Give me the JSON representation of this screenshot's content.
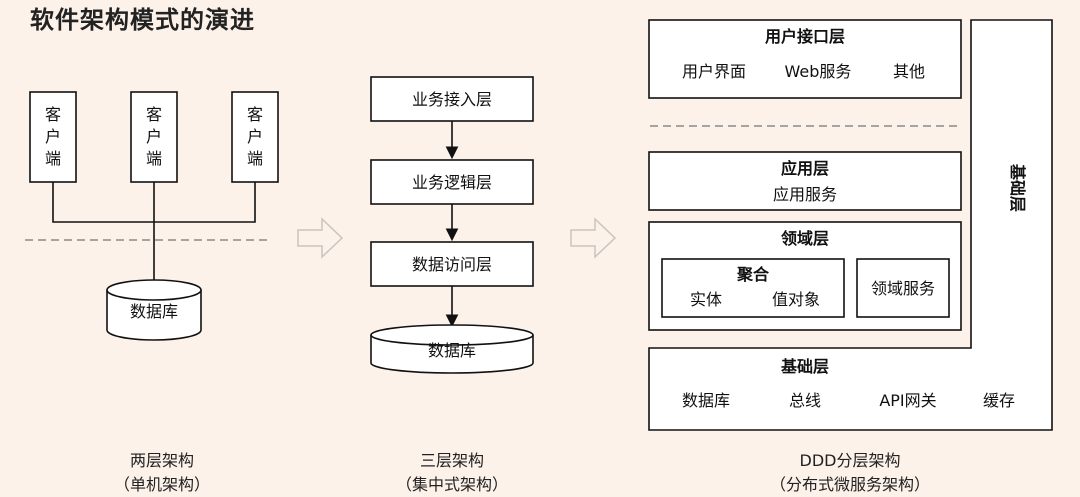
{
  "title": "软件架构模式的演进",
  "two_tier": {
    "clients": [
      "客\n户\n端",
      "客\n户\n端",
      "客\n户\n端"
    ],
    "client_chars": [
      [
        "客",
        "户",
        "端"
      ],
      [
        "客",
        "户",
        "端"
      ],
      [
        "客",
        "户",
        "端"
      ]
    ],
    "database": "数据库",
    "caption_line1": "两层架构",
    "caption_line2": "（单机架构）"
  },
  "three_tier": {
    "layers": [
      "业务接入层",
      "业务逻辑层",
      "数据访问层"
    ],
    "database": "数据库",
    "caption_line1": "三层架构",
    "caption_line2": "（集中式架构）"
  },
  "ddd": {
    "user_interface": {
      "title": "用户接口层",
      "items": [
        "用户界面",
        "Web服务",
        "其他"
      ]
    },
    "application": {
      "title": "应用层",
      "items": [
        "应用服务"
      ]
    },
    "domain": {
      "title": "领域层",
      "aggregate": {
        "title": "聚合",
        "items": [
          "实体",
          "值对象"
        ]
      },
      "service": "领域服务"
    },
    "infrastructure": {
      "title": "基础层",
      "items": [
        "数据库",
        "总线",
        "API网关",
        "缓存"
      ]
    },
    "side_label": "基础层",
    "caption_line1": "DDD分层架构",
    "caption_line2": "（分布式微服务架构）"
  }
}
